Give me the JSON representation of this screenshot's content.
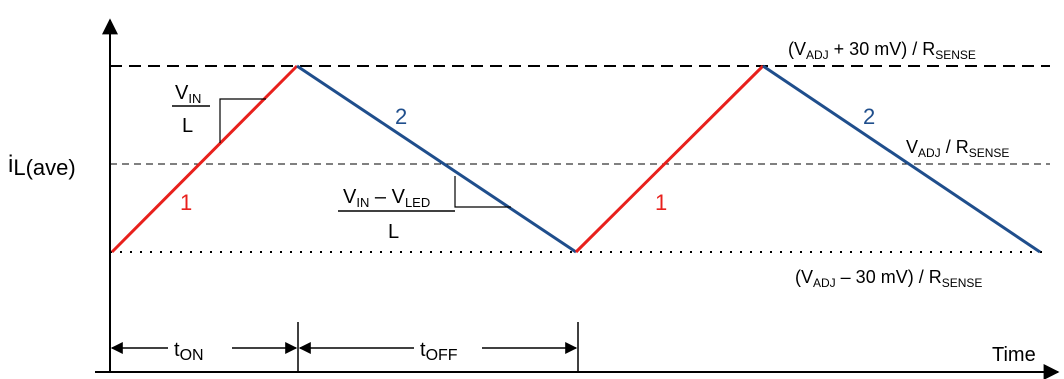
{
  "diagram": {
    "y_axis_label": {
      "main": "i",
      "sub": "L(ave)"
    },
    "x_axis_label": "Time",
    "levels": {
      "upper": {
        "open": "(V",
        "sub1": "ADJ",
        "mid": " + 30 mV) / R",
        "sub2": "SENSE"
      },
      "middle": {
        "pre": "V",
        "sub1": "ADJ",
        "mid": " / R",
        "sub2": "SENSE"
      },
      "lower": {
        "open": "(V",
        "sub1": "ADJ",
        "mid": " – 30 mV) / R",
        "sub2": "SENSE"
      }
    },
    "segments": {
      "rise_label": "1",
      "fall_label": "2"
    },
    "slopes": {
      "rise": {
        "num_main": "V",
        "num_sub": "IN",
        "den": "L"
      },
      "fall": {
        "num_main1": "V",
        "num_sub1": "IN",
        "minus": " – ",
        "num_main2": "V",
        "num_sub2": "LED",
        "den": "L"
      }
    },
    "intervals": {
      "on": {
        "main": "t",
        "sub": "ON"
      },
      "off": {
        "main": "t",
        "sub": "OFF"
      }
    },
    "colors": {
      "rise": "#e8201c",
      "fall": "#1f4e8c",
      "axis": "#000000"
    }
  }
}
